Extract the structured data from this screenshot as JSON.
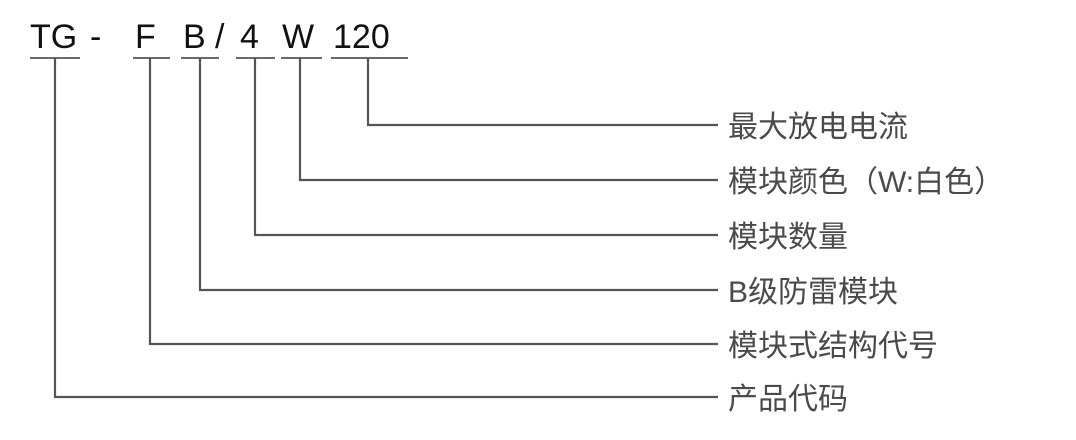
{
  "diagram": {
    "type": "model-code-breakdown",
    "code_string": "TG - F B / 4 W 120",
    "code_segments": [
      {
        "text": "TG",
        "label": "产品代码"
      },
      {
        "text": "-",
        "label": ""
      },
      {
        "text": "F",
        "label": "模块式结构代号"
      },
      {
        "text": "B",
        "label": "B级防雷模块"
      },
      {
        "text": "/",
        "label": ""
      },
      {
        "text": "4",
        "label": "模块数量"
      },
      {
        "text": "W",
        "label": "模块颜色（W:白色）"
      },
      {
        "text": "120",
        "label": "最大放电电流"
      }
    ],
    "callouts": [
      {
        "code": "120",
        "label": "最大放电电流"
      },
      {
        "code": "W",
        "label": "模块颜色（W:白色）"
      },
      {
        "code": "4",
        "label": "模块数量"
      },
      {
        "code": "B",
        "label": "B级防雷模块"
      },
      {
        "code": "F",
        "label": "模块式结构代号"
      },
      {
        "code": "TG",
        "label": "产品代码"
      }
    ],
    "colors": {
      "code_text": "#111111",
      "label_text": "#4a4a4a",
      "leader_line": "#555555",
      "tbar_line": "#6a6a6a",
      "background": "#ffffff"
    }
  }
}
